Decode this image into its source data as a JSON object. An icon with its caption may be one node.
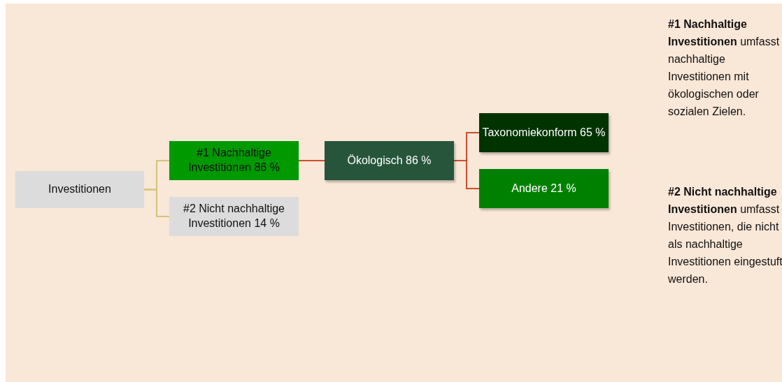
{
  "diagram": {
    "nodes": [
      {
        "text": [
          "Investitionen"
        ]
      },
      {
        "text": [
          "#1 Nachhaltige Investitionen 86 %"
        ]
      },
      {
        "text": [
          "#2 Nicht nachhaltige Investitionen 14 %"
        ]
      },
      {
        "text": [
          "Ökologisch 86 %"
        ]
      },
      {
        "text": [
          "Taxonomiekonform 65 %"
        ]
      },
      {
        "text": [
          "Andere 21 %"
        ]
      }
    ],
    "edges": [
      {
        "from": 0,
        "to": 1,
        "arrow": "none",
        "color": "#d3c47c"
      },
      {
        "from": 0,
        "to": 2,
        "arrow": "none",
        "color": "#d3c47c"
      },
      {
        "from": 1,
        "to": 3,
        "arrow": "none"
      },
      {
        "from": 3,
        "to": 4,
        "arrow": "none"
      },
      {
        "from": 3,
        "to": 5,
        "arrow": "none"
      }
    ],
    "labels": [
      "**#1 Nachhaltige Investitionen** umfasst nachhaltige Investitionen mit ökologischen oder sozialen Zielen.",
      "**#2 Nicht nachhaltige Investitionen** umfasst Investitionen, die nicht als nachhaltige Investitionen eingestuft werden."
    ]
  }
}
